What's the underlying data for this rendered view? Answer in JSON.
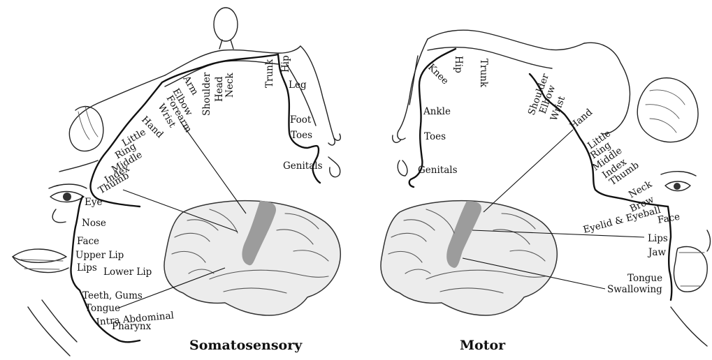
{
  "captions": {
    "left": "Somatosensory",
    "right": "Motor"
  },
  "somatosensory_labels": {
    "hip": "Hip",
    "trunk": "Trunk",
    "neck": "Neck",
    "head": "Head",
    "shoulder": "Shoulder",
    "arm": "Arm",
    "elbow": "Elbow",
    "forearm": "Forearm",
    "wrist": "Wrist",
    "hand": "Hand",
    "little": "Little",
    "ring": "Ring",
    "middle": "Middle",
    "index": "Index",
    "thumb": "Thumb",
    "eye": "Eye",
    "nose": "Nose",
    "face": "Face",
    "upper_lip": "Upper Lip",
    "lips": "Lips",
    "lower_lip": "Lower Lip",
    "teeth_gums": "Teeth, Gums",
    "tongue": "Tongue",
    "intra_abdominal": "Intra Abdominal",
    "pharynx": "Pharynx",
    "leg": "Leg",
    "foot": "Foot",
    "toes": "Toes",
    "genitals": "Genitals"
  },
  "motor_labels": {
    "hip": "Hip",
    "trunk": "Trunk",
    "knee": "Knee",
    "ankle": "Ankle",
    "toes": "Toes",
    "genitals": "Genitals",
    "shoulder": "Shoulder",
    "elbow": "Elbow",
    "wrist": "Wrist",
    "hand": "Hand",
    "little": "Little",
    "ring": "Ring",
    "middle": "Middle",
    "index": "Index",
    "thumb": "Thumb",
    "neck": "Neck",
    "brow": "Brow",
    "eyelid_eyeball": "Eyelid & Eyeball",
    "face": "Face",
    "lips": "Lips",
    "jaw": "Jaw",
    "tongue": "Tongue",
    "swallowing": "Swallowing"
  }
}
